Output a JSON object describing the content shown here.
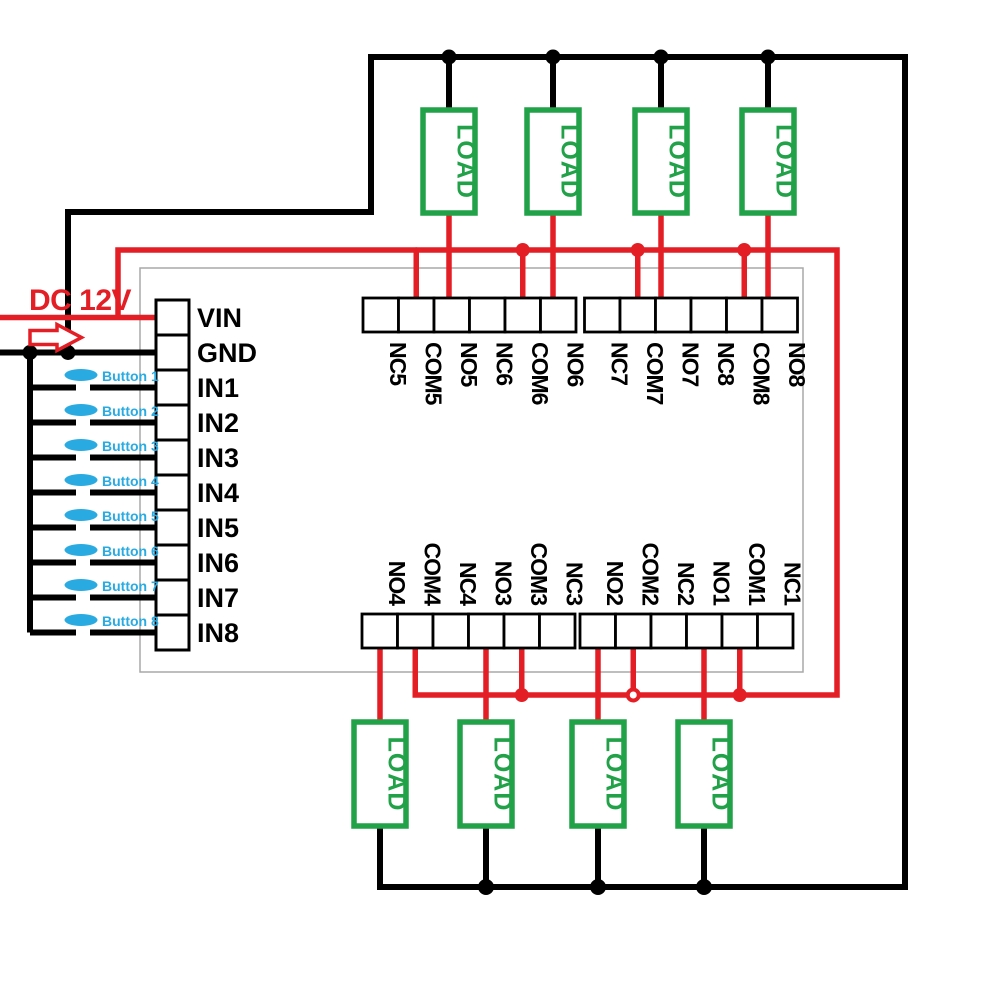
{
  "power": {
    "label": "DC 12V"
  },
  "pins": [
    "VIN",
    "GND",
    "IN1",
    "IN2",
    "IN3",
    "IN4",
    "IN5",
    "IN6",
    "IN7",
    "IN8"
  ],
  "top_terminals": [
    "NC5",
    "COM5",
    "NO5",
    "NC6",
    "COM6",
    "NO6",
    "NC7",
    "COM7",
    "NO7",
    "NC8",
    "COM8",
    "NO8"
  ],
  "bottom_terminals": [
    "NO4",
    "COM4",
    "NC4",
    "NO3",
    "COM3",
    "NC3",
    "NO2",
    "COM2",
    "NC2",
    "NO1",
    "COM1",
    "NC1"
  ],
  "buttons": [
    "Button 1",
    "Button 2",
    "Button 3",
    "Button 4",
    "Button 5",
    "Button 6",
    "Button 7",
    "Button 8"
  ],
  "loads": {
    "label": "LOAD"
  },
  "colors": {
    "wire_ground": "#000000",
    "wire_power": "#e41e25",
    "load_outline": "#21a148",
    "button_blue": "#29abe2",
    "board_outline": "#a8a8a8"
  }
}
